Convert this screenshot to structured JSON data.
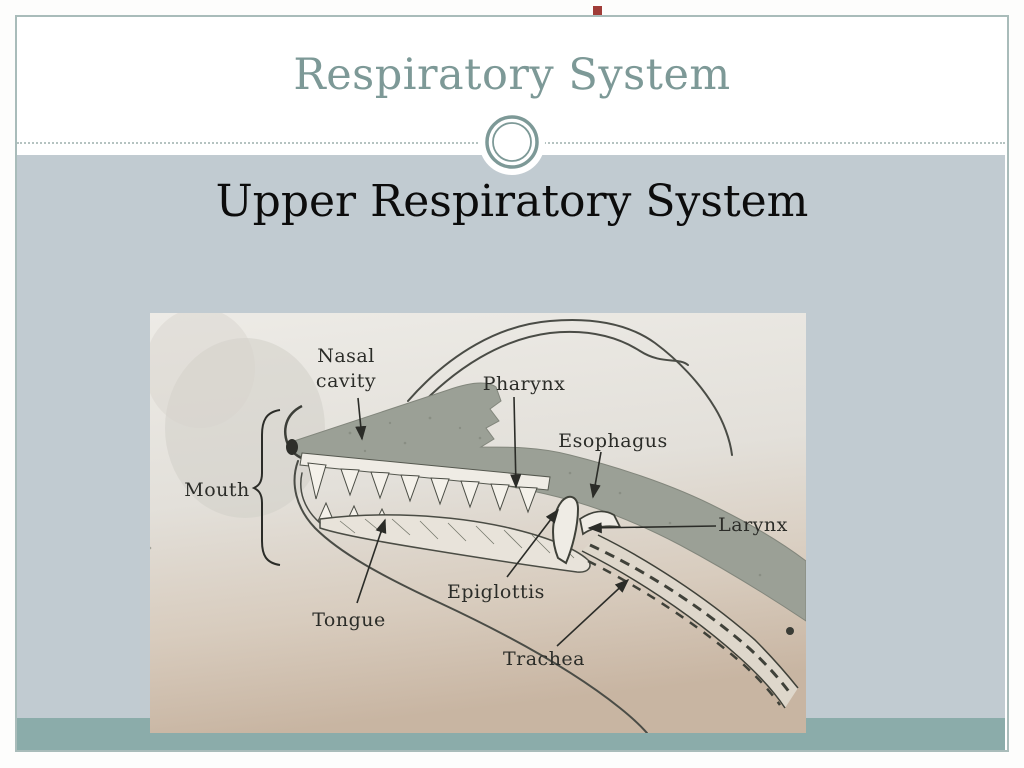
{
  "slide": {
    "title": "Respiratory System",
    "subtitle": "Upper Respiratory System",
    "theme": {
      "title_color": "#7d9997",
      "body_background": "#c1cbd1",
      "footer_strip": "#8bacaa",
      "frame_border": "#a9bcba",
      "accent_square": "#a03c38",
      "ornament_ring": "#7d9997",
      "photo_paper": "#e3e0da"
    }
  },
  "diagram": {
    "labels": {
      "nasal_line1": "Nasal",
      "nasal_line2": "cavity",
      "pharynx": "Pharynx",
      "esophagus": "Esophagus",
      "mouth": "Mouth",
      "larynx": "Larynx",
      "epiglottis": "Epiglottis",
      "tongue": "Tongue",
      "trachea": "Trachea"
    }
  }
}
